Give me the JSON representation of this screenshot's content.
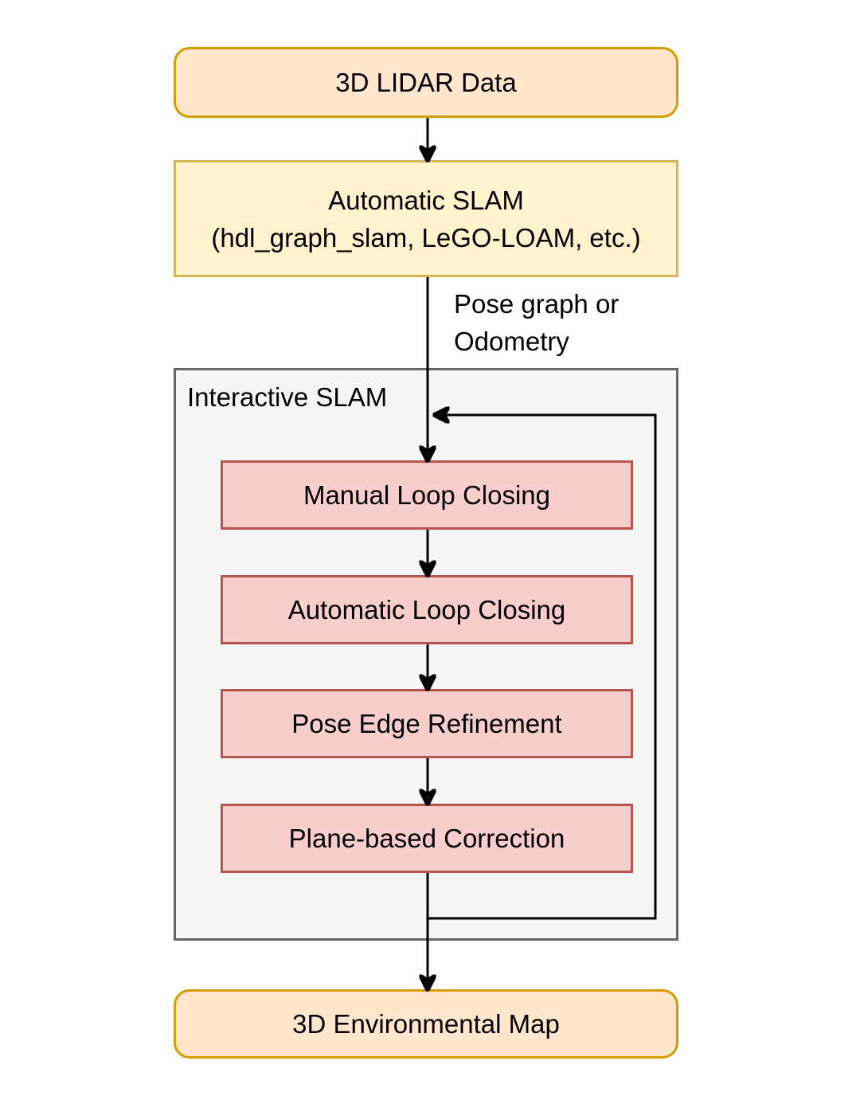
{
  "diagram": {
    "nodes": {
      "lidar": {
        "label": "3D LIDAR Data"
      },
      "automatic_slam": {
        "label": "Automatic SLAM\n(hdl_graph_slam, LeGO-LOAM, etc.)"
      },
      "interactive_slam_group": {
        "label": "Interactive SLAM"
      },
      "manual_loop_closing": {
        "label": "Manual Loop Closing"
      },
      "automatic_loop_closing": {
        "label": "Automatic Loop Closing"
      },
      "pose_edge_refinement": {
        "label": "Pose Edge Refinement"
      },
      "plane_based_correction": {
        "label": "Plane-based Correction"
      },
      "environmental_map": {
        "label": "3D Environmental Map"
      }
    },
    "edge_labels": {
      "slam_output": "Pose graph or\nOdometry"
    },
    "colors": {
      "orange_fill": "#FFE6CC",
      "orange_stroke": "#D79B00",
      "yellow_fill": "#FFF2CC",
      "yellow_stroke": "#D6B656",
      "pink_fill": "#F8CECC",
      "pink_stroke": "#B85450",
      "container_fill": "#F5F5F5",
      "container_stroke": "#666666",
      "connector": "#000000",
      "text": "#000000"
    }
  }
}
